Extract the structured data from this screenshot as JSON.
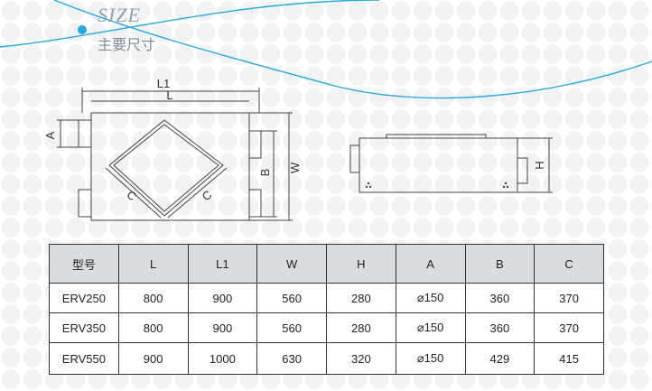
{
  "header": {
    "title": "SIZE",
    "subtitle": "主要尺寸"
  },
  "diagram_left": {
    "labels": {
      "L1": "L1",
      "L": "L",
      "A": "A",
      "B": "B",
      "W": "W",
      "C1": "C",
      "C2": "C"
    }
  },
  "diagram_right": {
    "labels": {
      "H": "H"
    }
  },
  "table": {
    "headers": [
      "型号",
      "L",
      "L1",
      "W",
      "H",
      "A",
      "B",
      "C"
    ],
    "rows": [
      [
        "ERV250",
        "800",
        "900",
        "560",
        "280",
        "⌀150",
        "360",
        "370"
      ],
      [
        "ERV350",
        "800",
        "900",
        "560",
        "280",
        "⌀150",
        "360",
        "370"
      ],
      [
        "ERV550",
        "900",
        "1000",
        "630",
        "320",
        "⌀150",
        "429",
        "415"
      ]
    ]
  },
  "colors": {
    "accent": "#29a8e0",
    "header_bg": "#d9dde0"
  }
}
